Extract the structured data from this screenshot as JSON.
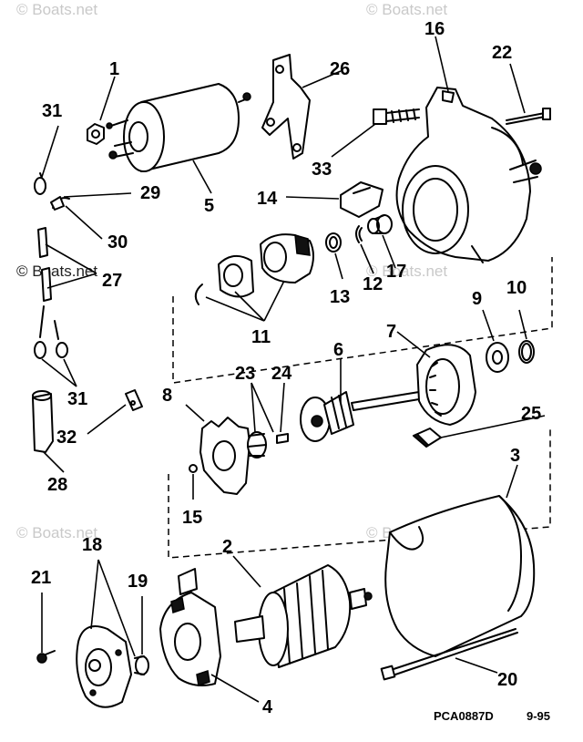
{
  "watermarks": {
    "top_left": "© Boats.net",
    "top_right": "© Boats.net",
    "mid_left": "© Boats.net",
    "mid_right": "© Boats.net",
    "low_left": "© Boats.net",
    "low_right": "© Boats.net"
  },
  "callouts": {
    "c1": "1",
    "c2": "2",
    "c3": "3",
    "c4": "4",
    "c5": "5",
    "c6": "6",
    "c7": "7",
    "c8": "8",
    "c9": "9",
    "c10": "10",
    "c11": "11",
    "c12": "12",
    "c13": "13",
    "c14": "14",
    "c15": "15",
    "c16": "16",
    "c17": "17",
    "c18": "18",
    "c19": "19",
    "c20": "20",
    "c21": "21",
    "c22": "22",
    "c23": "23",
    "c24": "24",
    "c25": "25",
    "c26": "26",
    "c27": "27",
    "c28": "28",
    "c29": "29",
    "c30": "30",
    "c31a": "31",
    "c31b": "31",
    "c32": "32",
    "c33": "33"
  },
  "footer": {
    "part_code": "PCA0887D",
    "date": "9-95"
  }
}
